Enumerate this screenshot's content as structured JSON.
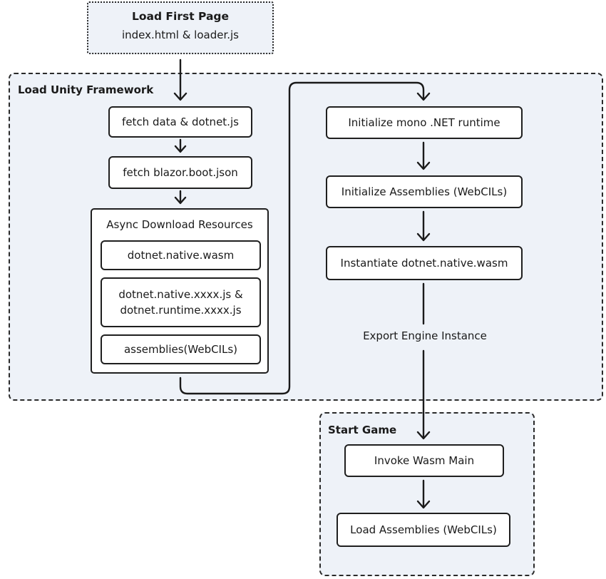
{
  "first_page": {
    "title": "Load First Page",
    "subtitle": "index.html & loader.js"
  },
  "framework": {
    "label": "Load Unity Framework",
    "fetch_data": "fetch data & dotnet.js",
    "fetch_boot": "fetch blazor.boot.json",
    "async_group": {
      "label": "Async Download Resources",
      "native_wasm": "dotnet.native.wasm",
      "js_line1": "dotnet.native.xxxx.js &",
      "js_line2": "dotnet.runtime.xxxx.js",
      "assemblies": "assemblies(WebCILs)"
    },
    "init_runtime": "Initialize mono .NET runtime",
    "init_assemblies": "Initialize Assemblies (WebCILs)",
    "instantiate": "Instantiate dotnet.native.wasm",
    "export_label": "Export Engine Instance"
  },
  "start_game": {
    "label": "Start Game",
    "invoke_main": "Invoke Wasm Main",
    "load_assemblies": "Load Assemblies (WebCILs)"
  }
}
